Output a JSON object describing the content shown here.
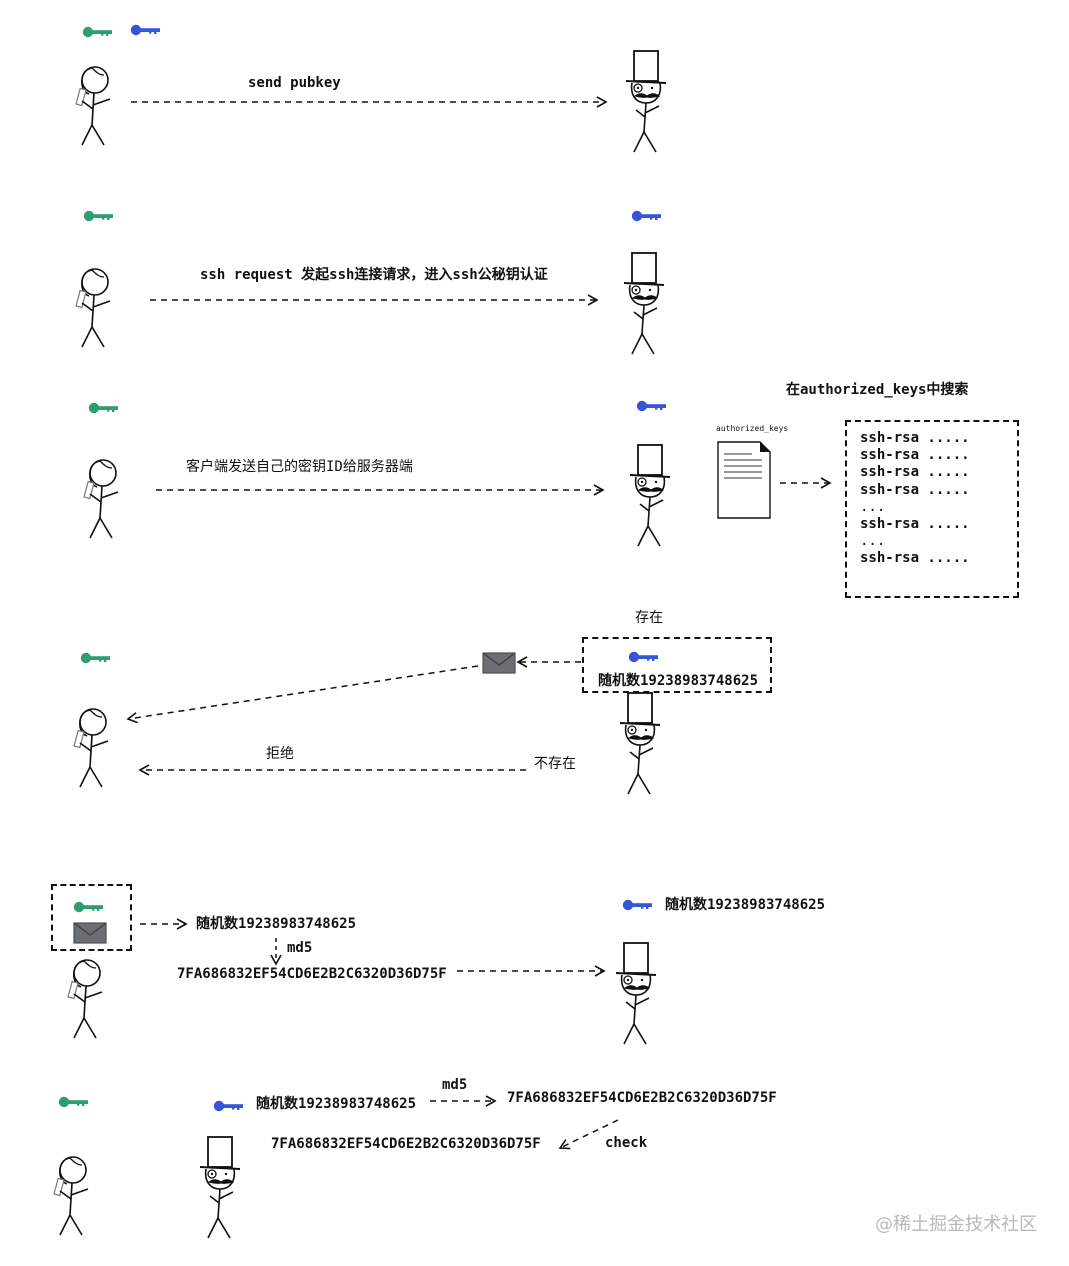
{
  "labels": {
    "send_pubkey": "send pubkey",
    "ssh_request": "ssh request 发起ssh连接请求，进入ssh公秘钥认证",
    "search_title": "在authorized_keys中搜索",
    "file_name": "authorized_keys",
    "client_send_id": "客户端发送自己的密钥ID给服务器端",
    "exists": "存在",
    "reject": "拒绝",
    "not_exists": "不存在",
    "md5_1": "md5",
    "md5_2": "md5",
    "check": "check"
  },
  "authorized_keys_lines": [
    "ssh-rsa .....",
    "ssh-rsa .....",
    "ssh-rsa .....",
    "ssh-rsa .....",
    " ...",
    "ssh-rsa .....",
    " ...",
    "ssh-rsa ....."
  ],
  "random_number": "随机数19238983748625",
  "hash": "7FA686832EF54CD6E2B2C6320D36D75F",
  "watermark": "@稀土掘金技术社区",
  "colors": {
    "client_key": "#2e9e6e",
    "server_key": "#3556d8",
    "envelope": "#6b6f73",
    "ink": "#111111"
  }
}
